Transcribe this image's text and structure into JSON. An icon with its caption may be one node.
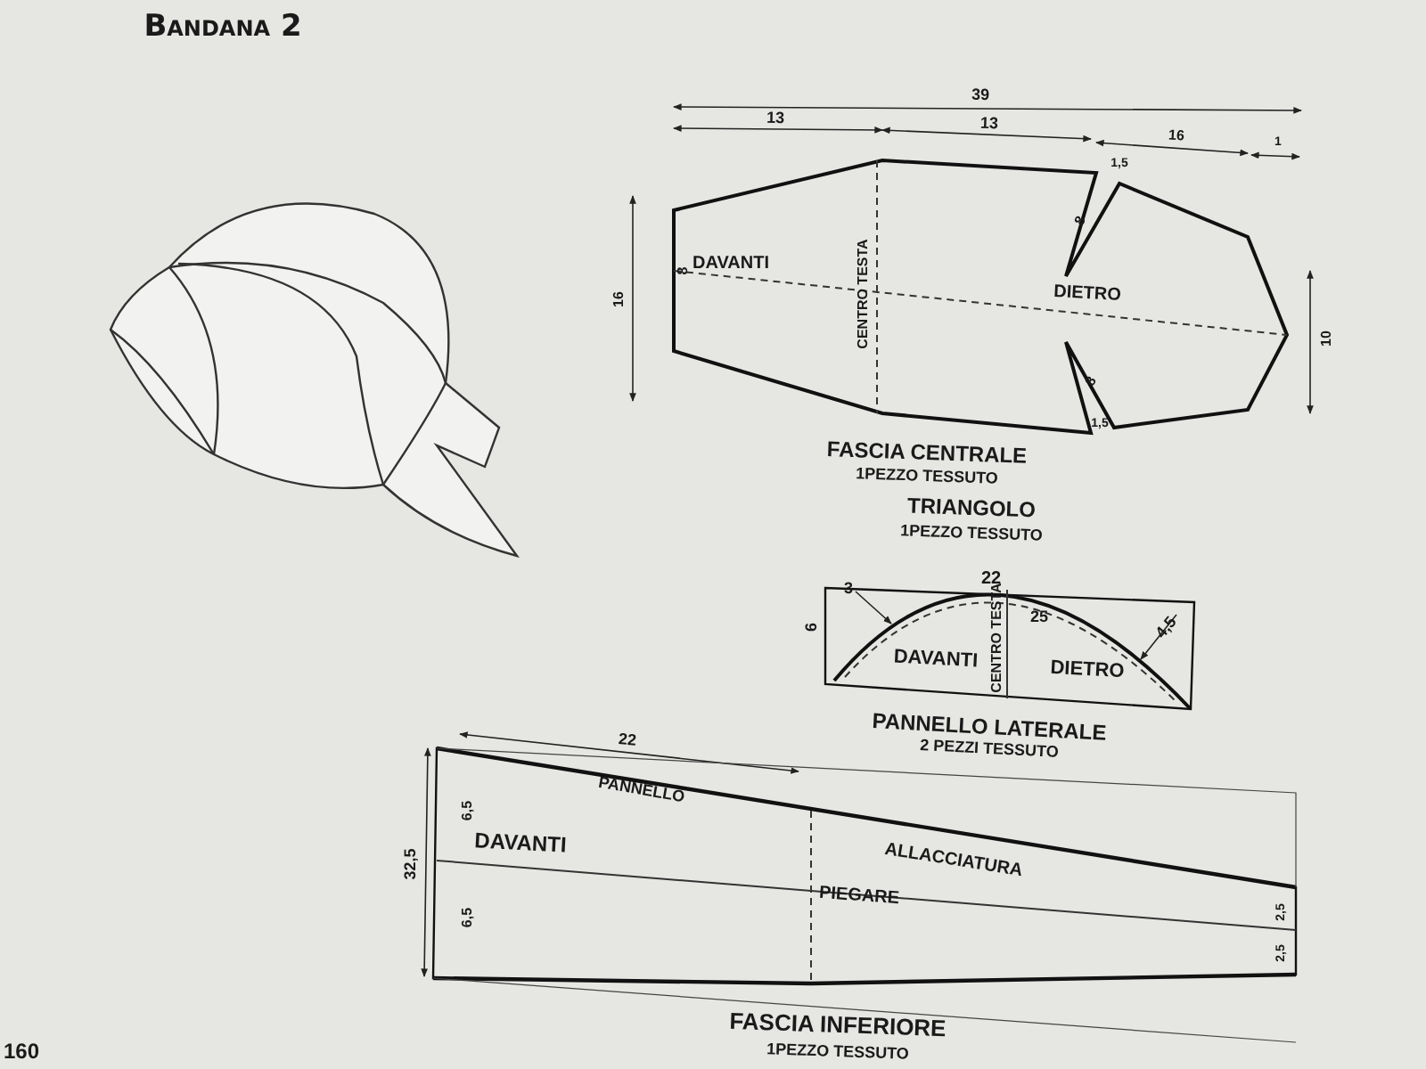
{
  "diagram": {
    "title": "Bandana 2",
    "nodes": [
      {
        "text": [
          "DAVANTI",
          "CENTRO TESTA",
          "DIETRO"
        ],
        "beside": [
          "FASCIA CENTRALE",
          "1PEZZO TESSUTO"
        ]
      },
      {
        "text": [
          "DAVANTI",
          "CENTRO TESTA",
          "DIETRO"
        ],
        "beside": [
          "PANNELLO LATERALE",
          "2 PEZZI TESSUTO"
        ]
      },
      {
        "text": [
          "PANNELLO",
          "DAVANTI",
          "ALLACCIATURA",
          "PIEGARE"
        ],
        "beside": [
          "FASCIA INFERIORE",
          "1PEZZO TESSUTO"
        ]
      }
    ],
    "edges": [],
    "labels": [
      "39",
      "13",
      "13",
      "16",
      "1",
      "1,5",
      "8",
      "16",
      "8",
      "10",
      "8",
      "1,5",
      "TRIANGOLO",
      "1PEZZO TESSUTO",
      "22",
      "3",
      "6",
      "25",
      "4,5",
      "22",
      "6,5",
      "32,5",
      "6,5",
      "2,5",
      "2,5",
      "160"
    ]
  }
}
